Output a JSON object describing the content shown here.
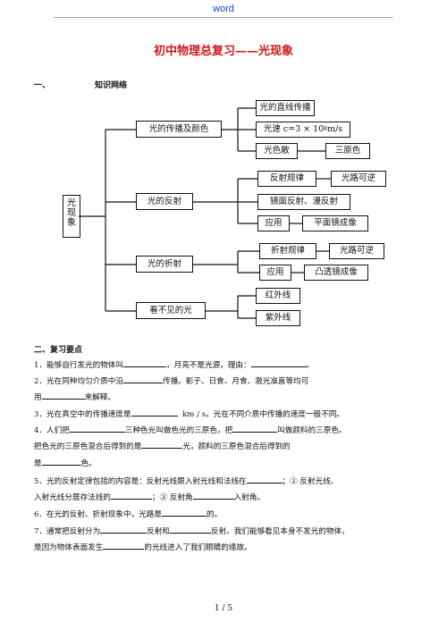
{
  "header": {
    "word": "word"
  },
  "title": "初中物理总复习——光现象",
  "section1": {
    "num": "一、",
    "label": "知识网络"
  },
  "diagram": {
    "root": "光现象",
    "propagation": "光的传播及颜色",
    "straight": "光的直线传播",
    "speed": "光速 c=3 × 10",
    "speed_exp": "8",
    "speed_unit": "m/s",
    "dispersion": "光色散",
    "primary": "三原色",
    "reflection": "光的反射",
    "refl_law": "反射规律",
    "refl_rev": "光路可逆",
    "mirror_diffuse": "镜面反射、漫反射",
    "refl_app": "应用",
    "plane_mirror": "平面镜成像",
    "refraction": "光的折射",
    "refr_law": "折射规律",
    "refr_rev": "光路可逆",
    "refr_app": "应用",
    "convex_lens": "凸透镜成像",
    "invisible": "看不见的光",
    "infrared": "红外线",
    "ultraviolet": "紫外线"
  },
  "section2": {
    "label": "二、复习要点"
  },
  "points": {
    "p1a": "1．能够自行发光的物体叫",
    "p1b": "，月亮不是光源，理由：",
    "p1c": "。",
    "p2a": "2．光在同种均匀介质中沿",
    "p2b": "传播。影子、日食、月食、激光准直等均可",
    "p2c": "用",
    "p2d": "来解释。",
    "p3a": "3．光在真空中的传播速度是",
    "p3b": "km / s。光在不同介质中传播的速度一般不同。",
    "p4a": "4．人们把",
    "p4b": "三种色光叫做色光的三原色，把",
    "p4c": "叫做颜料的三原色。",
    "p4d": "把色光的三原色混合后得到的是",
    "p4e": "光，颜料的三原色混合后得到的",
    "p4f": "是",
    "p4g": "色。",
    "p5a": "5．光的反射定律包括的内容是：反射光线跟入射光线和法线在",
    "p5b": "；② 反射光线、",
    "p5c": "入射光线分居存法线的",
    "p5d": "；③ 反射角",
    "p5e": "入射角。",
    "p6a": "6．在光的反射、折射现象中，光路是",
    "p6b": "的。",
    "p7a": "7．通常把反射分为",
    "p7b": "反射和",
    "p7c": "反射。我们能够看见本身不发光的物体，",
    "p7d": "是因为物体表面发生",
    "p7e": "的光线进入了我们眼睛的缘故。"
  },
  "footer": {
    "page": "1 / 5"
  }
}
